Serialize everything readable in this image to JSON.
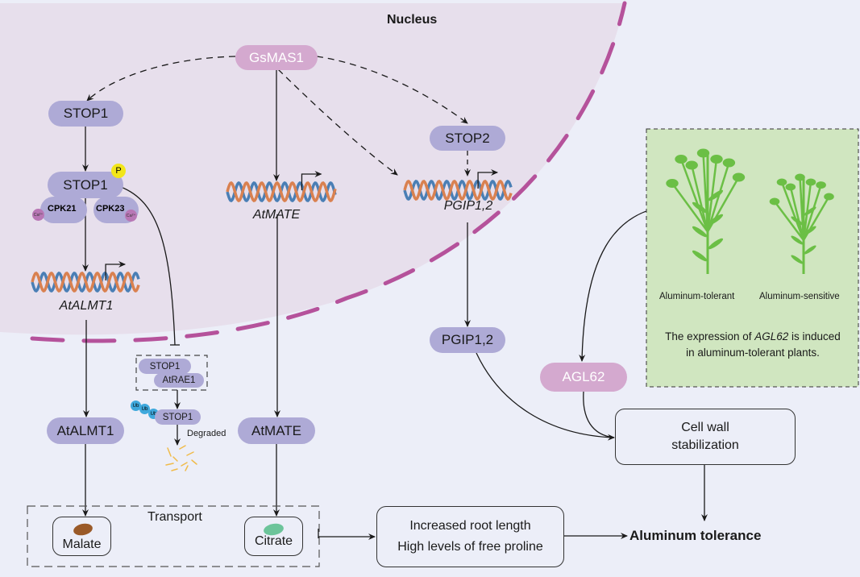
{
  "nucleus": {
    "title": "Nucleus"
  },
  "colors": {
    "background": "#eceef8",
    "nucleus_fill": "#e7dfec",
    "nucleus_border": "#b5529b",
    "protein": "#aeaad6",
    "regulator": "#d4a9cf",
    "dna_blue": "#4a7fb5",
    "dna_orange": "#d98150",
    "phospho": "#f2e619",
    "calcium": "#b877b5",
    "ubiquitin": "#3ea8dc",
    "malate": "#9a5a28",
    "citrate": "#6cc49a",
    "plant_panel": "#d0e6c0",
    "plant_green": "#6bbf45"
  },
  "regulator": {
    "label": "GsMAS1"
  },
  "left_branch": {
    "stop1_a": "STOP1",
    "stop1_b": "STOP1",
    "phospho_label": "P",
    "cpk21": "CPK21",
    "cpk23": "CPK23",
    "calcium_label": "Ca²⁺",
    "gene": "AtALMT1",
    "protein": "AtALMT1"
  },
  "degradation": {
    "complex_stop1": "STOP1",
    "complex_atrae1": "AtRAE1",
    "ub_label": "Ub",
    "ub_stop1": "STOP1",
    "degraded_label": "Degraded"
  },
  "middle_branch": {
    "gene": "AtMATE",
    "protein": "AtMATE"
  },
  "right_branch": {
    "stop2": "STOP2",
    "gene": "PGIP1,2",
    "protein": "PGIP1,2"
  },
  "plant_panel": {
    "tolerant_label": "Aluminum-tolerant",
    "sensitive_label": "Aluminum-sensitive",
    "caption_pre": "The expression of ",
    "caption_gene": "AGL62",
    "caption_post": " is induced",
    "caption_line2": "in aluminum-tolerant plants."
  },
  "agl62": {
    "label": "AGL62"
  },
  "transport": {
    "label": "Transport",
    "malate": "Malate",
    "citrate": "Citrate"
  },
  "outcomes": {
    "root_line1": "Increased root length",
    "root_line2": "High levels of free proline",
    "cell_wall_line1": "Cell wall",
    "cell_wall_line2": "stabilization",
    "final": "Aluminum tolerance"
  }
}
